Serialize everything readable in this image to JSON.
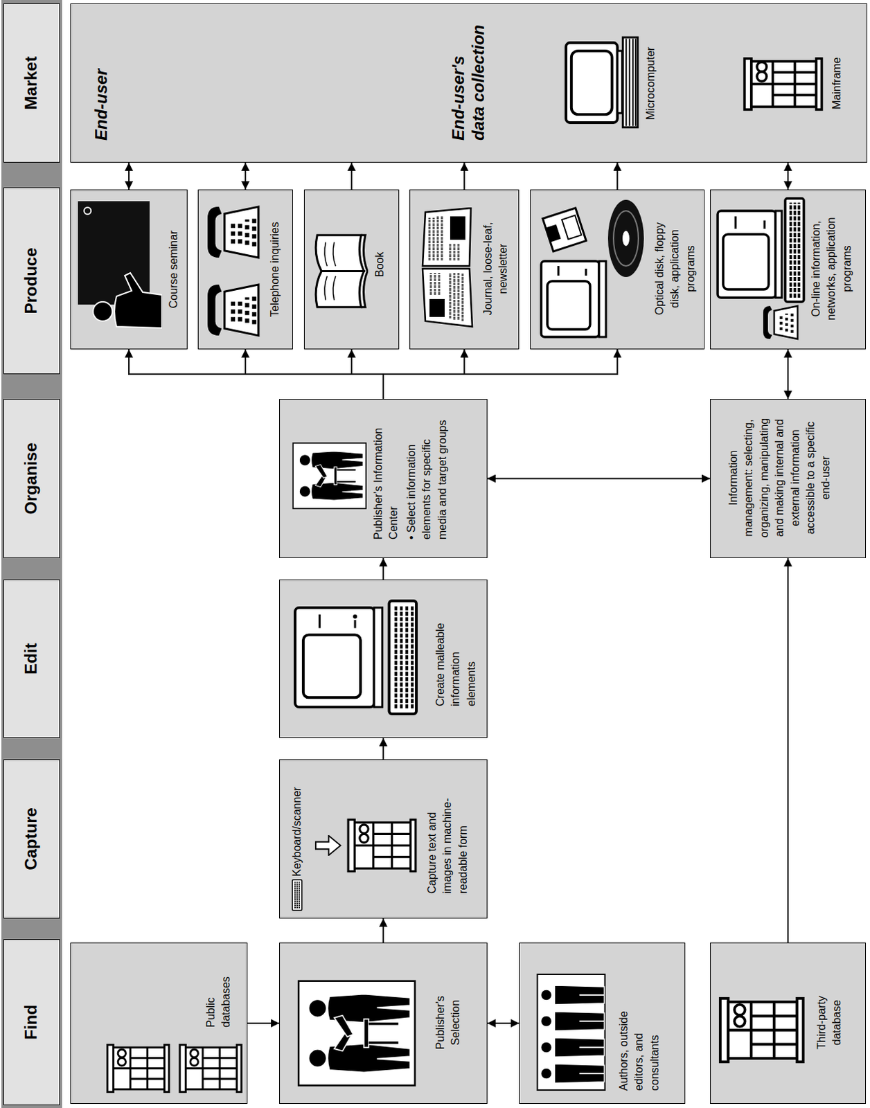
{
  "diagram": {
    "nodes": [
      {
        "text": [
          "Find"
        ]
      },
      {
        "text": [
          "Capture"
        ]
      },
      {
        "text": [
          "Edit"
        ]
      },
      {
        "text": [
          "Organise"
        ]
      },
      {
        "text": [
          "Produce"
        ]
      },
      {
        "text": [
          "Market"
        ]
      },
      {
        "text": [
          "Public databases"
        ]
      },
      {
        "text": [
          "Publisher's Selection"
        ]
      },
      {
        "text": [
          "Authors, outside editors, and consultants"
        ]
      },
      {
        "text": [
          "Third-party database"
        ]
      },
      {
        "text": [
          "Keyboard/scanner",
          "Capture text and images in machine-readable form"
        ]
      },
      {
        "text": [
          "Create malleable information elements"
        ]
      },
      {
        "text": [
          "Publisher's Information Center",
          "• Select information elements for specific media and target groups"
        ]
      },
      {
        "text": [
          "Information management: selecting, organizing, manipulating and making internal and external information accessible to a specific end-user"
        ]
      },
      {
        "text": [
          "Course seminar"
        ]
      },
      {
        "text": [
          "Telephone inquiries"
        ]
      },
      {
        "text": [
          "Book"
        ]
      },
      {
        "text": [
          "Journal, loose-leaf, newsletter"
        ]
      },
      {
        "text": [
          "Optical disk, floppy disk, application programs"
        ]
      },
      {
        "text": [
          "On-line information, networks, application programs"
        ]
      },
      {
        "text": [
          "End-user",
          "End-user's data collection",
          "Microcomputer",
          "Mainframe"
        ]
      }
    ],
    "edges": [
      {
        "from": 6,
        "to": 7,
        "arrow": "to"
      },
      {
        "from": 7,
        "to": 8,
        "arrow": "both"
      },
      {
        "from": 7,
        "to": 10,
        "arrow": "to"
      },
      {
        "from": 10,
        "to": 11,
        "arrow": "to"
      },
      {
        "from": 11,
        "to": 12,
        "arrow": "to"
      },
      {
        "from": 12,
        "to": 13,
        "arrow": "both"
      },
      {
        "from": 12,
        "to": 14,
        "arrow": "to"
      },
      {
        "from": 12,
        "to": 15,
        "arrow": "to"
      },
      {
        "from": 12,
        "to": 16,
        "arrow": "to"
      },
      {
        "from": 12,
        "to": 17,
        "arrow": "to"
      },
      {
        "from": 12,
        "to": 18,
        "arrow": "to"
      },
      {
        "from": 9,
        "to": 13,
        "arrow": "to"
      },
      {
        "from": 13,
        "to": 19,
        "arrow": "both"
      },
      {
        "from": 14,
        "to": 20,
        "arrow": "both"
      },
      {
        "from": 15,
        "to": 20,
        "arrow": "both"
      },
      {
        "from": 16,
        "to": 20,
        "arrow": "to"
      },
      {
        "from": 17,
        "to": 20,
        "arrow": "to"
      },
      {
        "from": 18,
        "to": 20,
        "arrow": "to"
      },
      {
        "from": 19,
        "to": 20,
        "arrow": "both"
      }
    ]
  }
}
